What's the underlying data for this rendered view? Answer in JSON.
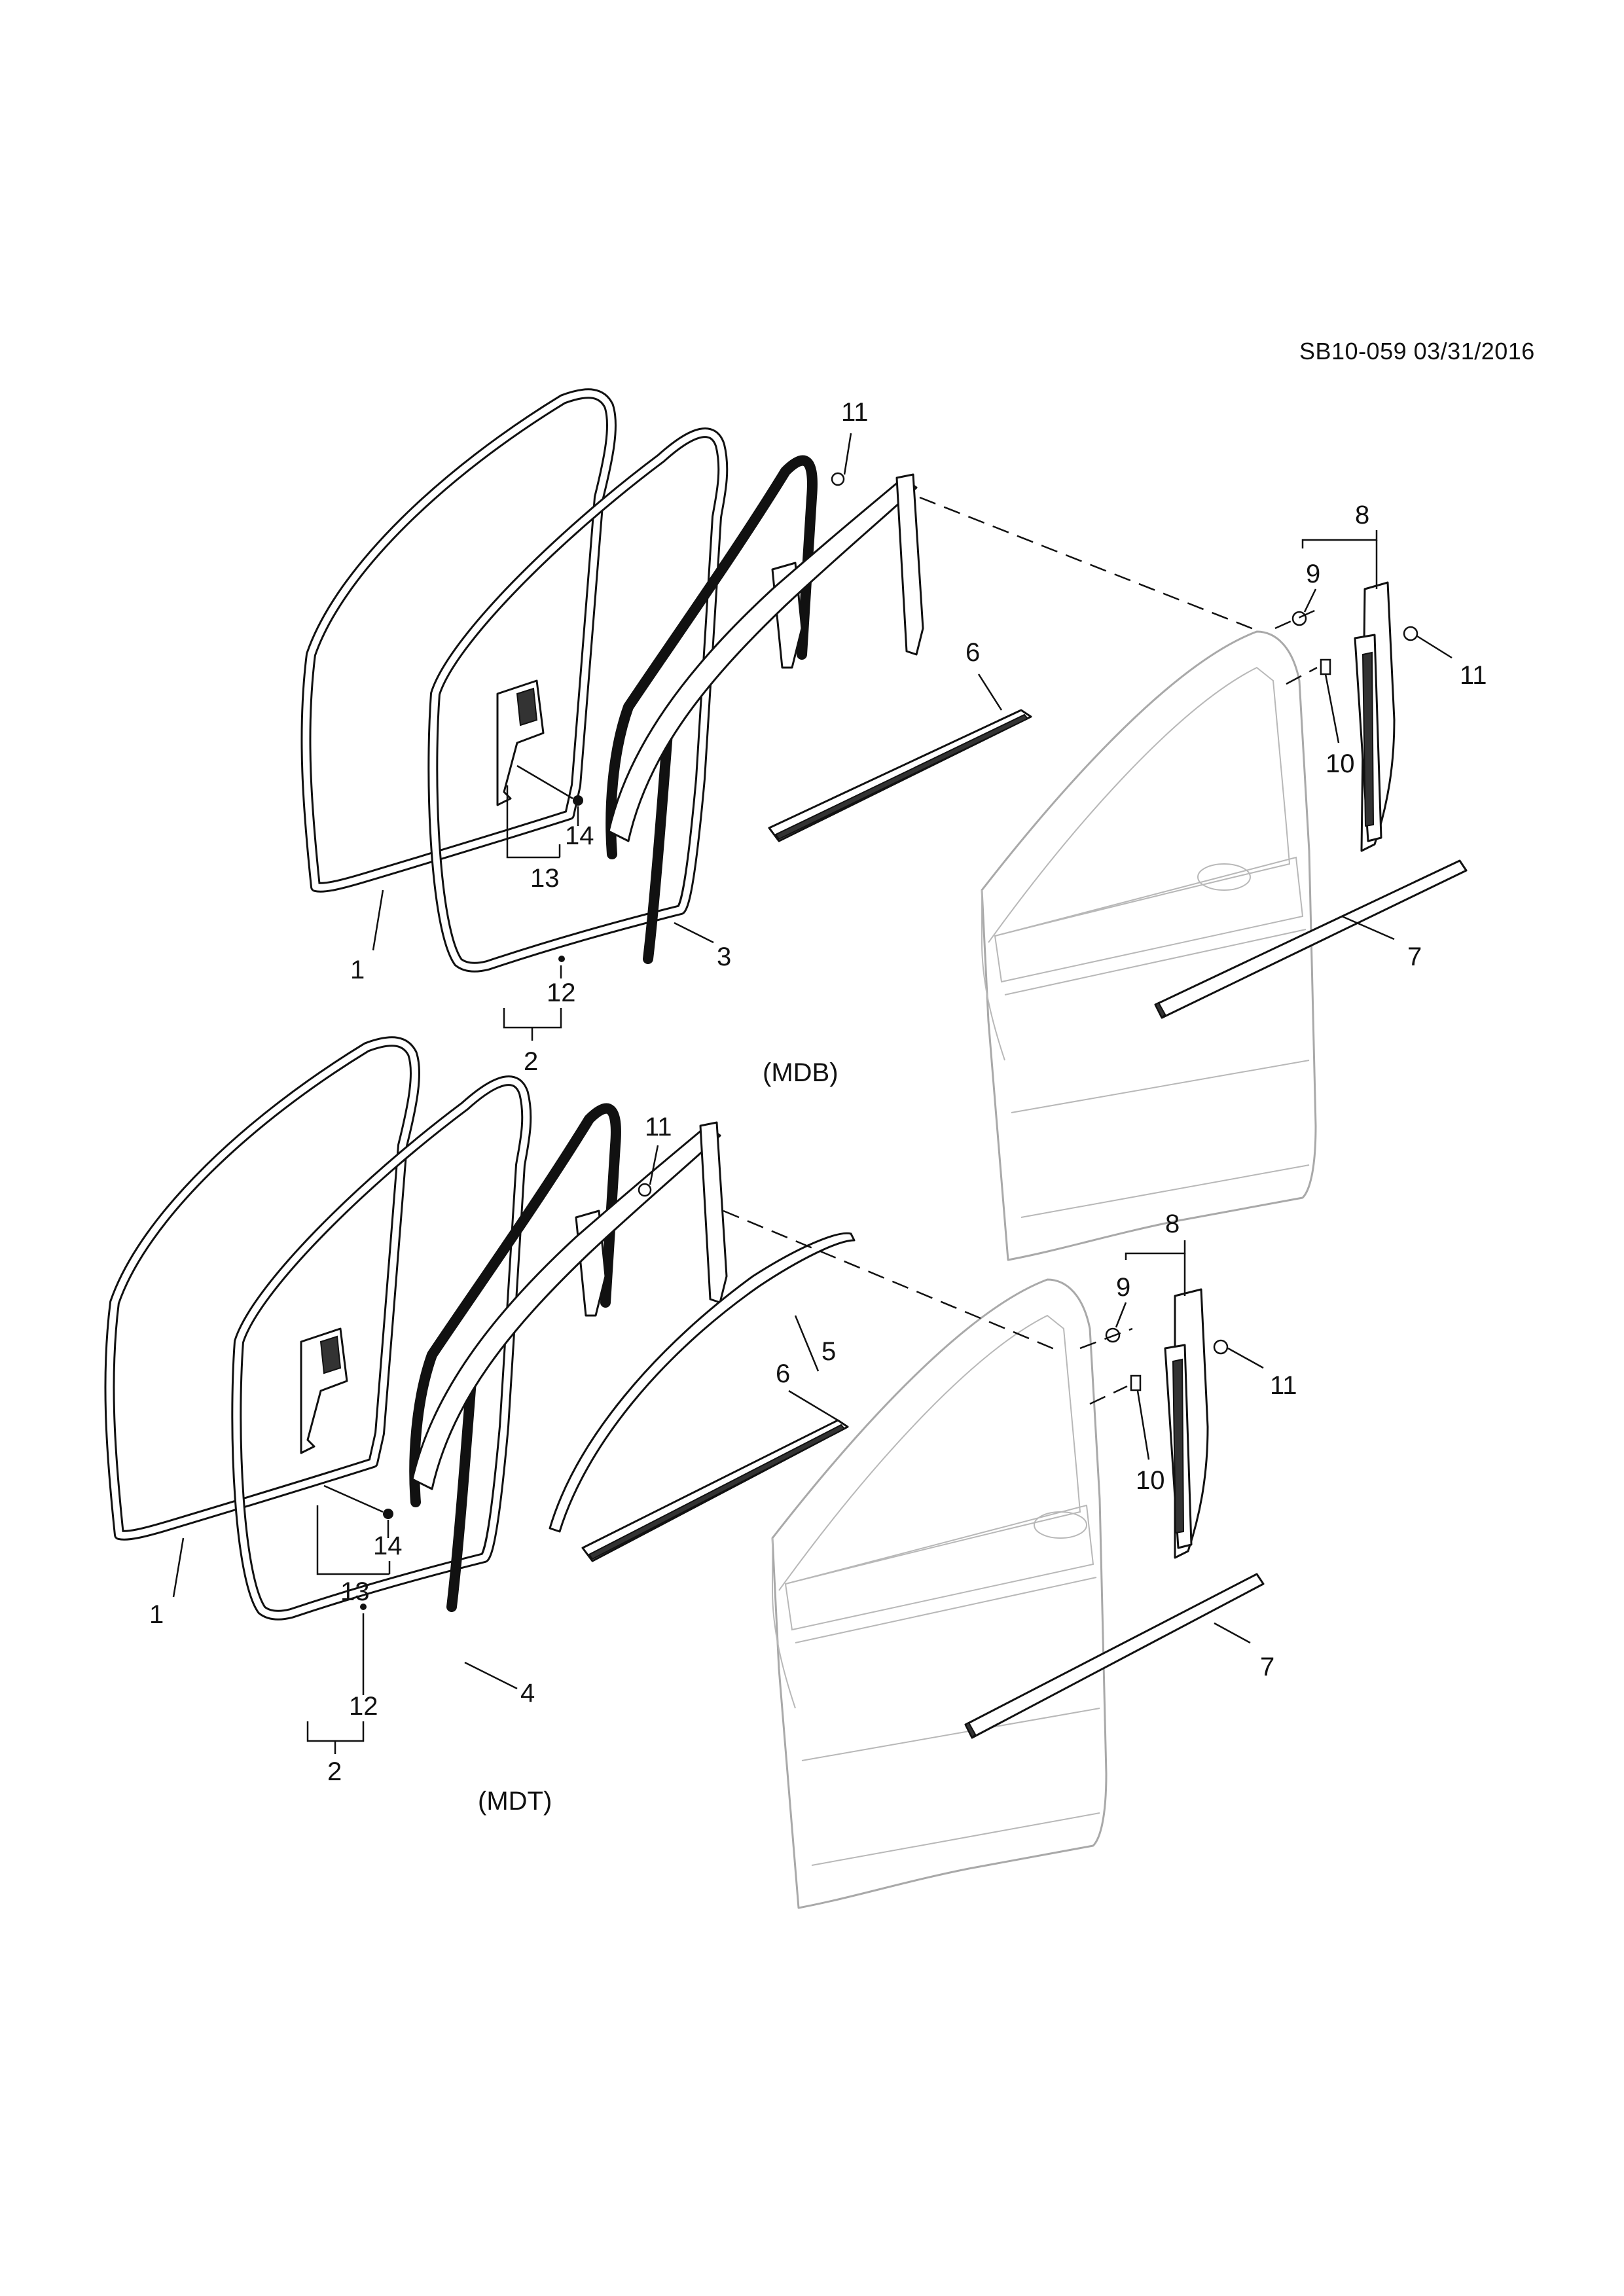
{
  "ref_code": "SB10-059 03/31/2016",
  "views": [
    {
      "variant": "(MDB)",
      "callouts": [
        "11",
        "8",
        "9",
        "11",
        "10",
        "6",
        "7",
        "1",
        "2",
        "3",
        "12",
        "13",
        "14"
      ]
    },
    {
      "variant": "(MDT)",
      "callouts": [
        "11",
        "8",
        "9",
        "11",
        "10",
        "5",
        "6",
        "7",
        "1",
        "2",
        "4",
        "12",
        "13",
        "14"
      ]
    }
  ]
}
